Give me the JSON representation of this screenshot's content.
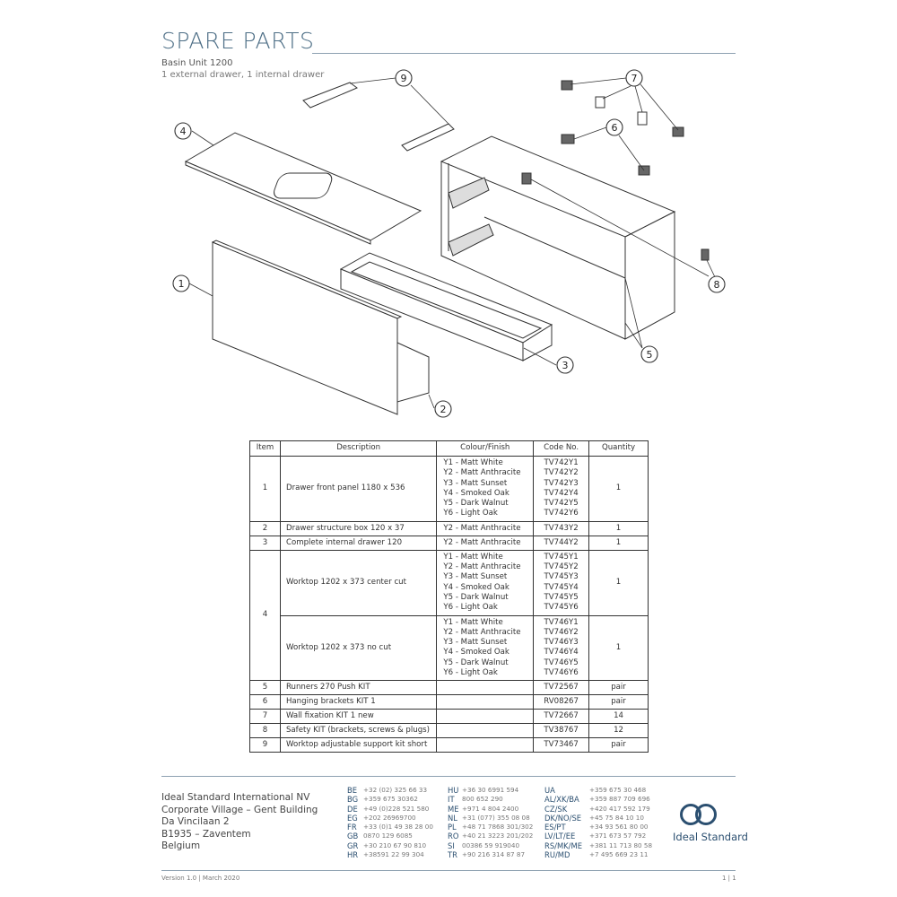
{
  "header": {
    "title": "SPARE PARTS",
    "product": "Basin Unit 1200",
    "configuration": "1 external drawer, 1 internal drawer"
  },
  "diagram": {
    "callouts": [
      "1",
      "2",
      "3",
      "4",
      "5",
      "6",
      "7",
      "8",
      "9"
    ]
  },
  "table": {
    "headers": [
      "Item",
      "Description",
      "Colour/Finish",
      "Code No.",
      "Quantity"
    ],
    "rows": [
      {
        "item": "1",
        "description": "Drawer front panel 1180 x 536",
        "colours": [
          "Y1 - Matt White",
          "Y2 - Matt Anthracite",
          "Y3 - Matt Sunset",
          "Y4 - Smoked Oak",
          "Y5 - Dark Walnut",
          "Y6 - Light Oak"
        ],
        "codes": [
          "TV742Y1",
          "TV742Y2",
          "TV742Y3",
          "TV742Y4",
          "TV742Y5",
          "TV742Y6"
        ],
        "quantity": "1"
      },
      {
        "item": "2",
        "description": "Drawer structure box 120 x 37",
        "colours": [
          "Y2 - Matt Anthracite"
        ],
        "codes": [
          "TV743Y2"
        ],
        "quantity": "1"
      },
      {
        "item": "3",
        "description": "Complete internal drawer 120",
        "colours": [
          "Y2 - Matt Anthracite"
        ],
        "codes": [
          "TV744Y2"
        ],
        "quantity": "1"
      },
      {
        "item": "4",
        "description": "Worktop 1202 x 373 center cut",
        "colours": [
          "Y1 - Matt White",
          "Y2 - Matt Anthracite",
          "Y3 - Matt Sunset",
          "Y4 - Smoked Oak",
          "Y5 - Dark Walnut",
          "Y6 - Light Oak"
        ],
        "codes": [
          "TV745Y1",
          "TV745Y2",
          "TV745Y3",
          "TV745Y4",
          "TV745Y5",
          "TV745Y6"
        ],
        "quantity": "1"
      },
      {
        "item": "",
        "description": "Worktop 1202 x 373 no cut",
        "colours": [
          "Y1 - Matt White",
          "Y2 - Matt Anthracite",
          "Y3 - Matt Sunset",
          "Y4 - Smoked Oak",
          "Y5 - Dark Walnut",
          "Y6 - Light Oak"
        ],
        "codes": [
          "TV746Y1",
          "TV746Y2",
          "TV746Y3",
          "TV746Y4",
          "TV746Y5",
          "TV746Y6"
        ],
        "quantity": "1"
      },
      {
        "item": "5",
        "description": "Runners 270 Push KIT",
        "colours": [],
        "codes": [
          "TV72567"
        ],
        "quantity": "pair"
      },
      {
        "item": "6",
        "description": "Hanging brackets KIT 1",
        "colours": [],
        "codes": [
          "RV08267"
        ],
        "quantity": "pair"
      },
      {
        "item": "7",
        "description": "Wall fixation KIT 1 new",
        "colours": [],
        "codes": [
          "TV72667"
        ],
        "quantity": "14"
      },
      {
        "item": "8",
        "description": "Safety KIT (brackets, screws & plugs)",
        "colours": [],
        "codes": [
          "TV38767"
        ],
        "quantity": "12"
      },
      {
        "item": "9",
        "description": "Worktop adjustable support kit short",
        "colours": [],
        "codes": [
          "TV73467"
        ],
        "quantity": "pair"
      }
    ]
  },
  "footer": {
    "address": [
      "Ideal Standard International NV",
      "Corporate Village – Gent Building",
      "Da Vincilaan 2",
      "B1935 – Zaventem",
      "Belgium"
    ],
    "contacts": [
      [
        [
          "BE",
          "+32 (02) 325 66 33"
        ],
        [
          "BG",
          "+359 675 30362"
        ],
        [
          "DE",
          "+49 (0)228 521 580"
        ],
        [
          "EG",
          "+202 26969700"
        ],
        [
          "FR",
          "+33 (0)1 49 38 28 00"
        ],
        [
          "GB",
          "0870 129 6085"
        ],
        [
          "GR",
          "+30 210 67 90 810"
        ],
        [
          "HR",
          "+38591 22 99 304"
        ]
      ],
      [
        [
          "HU",
          "+36 30 6991 594"
        ],
        [
          "IT",
          "800 652 290"
        ],
        [
          "ME",
          "+971 4 804 2400"
        ],
        [
          "NL",
          "+31 (077) 355 08 08"
        ],
        [
          "PL",
          "+48 71 7868 301/302"
        ],
        [
          "RO",
          "+40 21 3223 201/202"
        ],
        [
          "SI",
          "00386 59 919040"
        ],
        [
          "TR",
          "+90 216 314 87 87"
        ]
      ],
      [
        [
          "UA",
          "+359 675 30 468"
        ],
        [
          "AL/XK/BA",
          "+359 887 709 696"
        ],
        [
          "CZ/SK",
          "+420 417 592 179"
        ],
        [
          "DK/NO/SE",
          "+45 75 84 10 10"
        ],
        [
          "ES/PT",
          "+34 93 561 80 00"
        ],
        [
          "LV/LT/EE",
          "+371 673 57 792"
        ],
        [
          "RS/MK/ME",
          "+381 11 713 80 58"
        ],
        [
          "RU/MD",
          "+7 495 669 23 11"
        ]
      ]
    ],
    "brand": "Ideal Standard",
    "version": "Version 1.0  |  March 2020",
    "page": "1 | 1",
    "brand_color": "#2b4f70"
  }
}
